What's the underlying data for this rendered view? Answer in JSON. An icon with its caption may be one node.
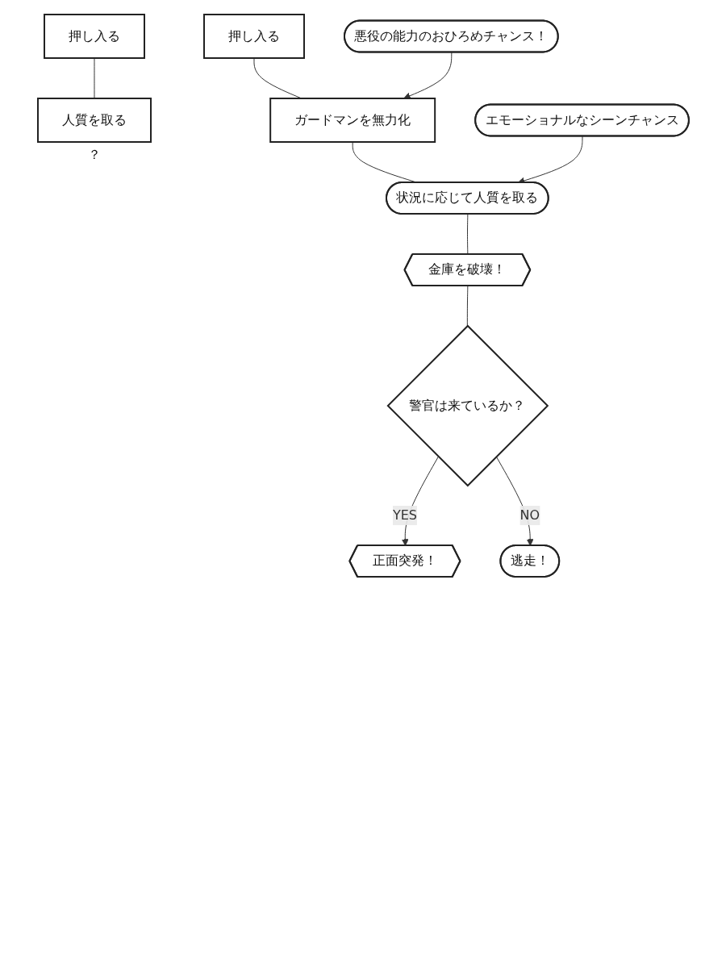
{
  "diagram": {
    "nodes": [
      {
        "text": [
          "押し入る"
        ]
      },
      {
        "text": [
          "人質を取る"
        ],
        "beside": [
          "？"
        ]
      },
      {
        "text": [
          "押し入る"
        ]
      },
      {
        "text": [
          "ガードマンを無力化"
        ]
      },
      {
        "text": [
          "状況に応じて人質を取る"
        ]
      },
      {
        "text": [
          "金庫を破壊！"
        ]
      },
      {
        "text": [
          "警官は来ているか？"
        ]
      },
      {
        "text": [
          "正面突発！"
        ]
      },
      {
        "text": [
          "逃走！"
        ]
      },
      {
        "text": [
          "悪役の能力のおひろめチャンス！"
        ]
      },
      {
        "text": [
          "エモーショナルなシーンチャンス"
        ]
      }
    ],
    "edges": [
      {
        "from": 0,
        "to": 1,
        "arrow": "none"
      },
      {
        "from": 2,
        "to": 3,
        "arrow": "none"
      },
      {
        "from": 3,
        "to": 4,
        "arrow": "none"
      },
      {
        "from": 4,
        "to": 5,
        "arrow": "none"
      },
      {
        "from": 5,
        "to": 6,
        "arrow": "none"
      },
      {
        "from": 6,
        "to": 7,
        "label": "YES",
        "arrow": "to"
      },
      {
        "from": 6,
        "to": 8,
        "label": "NO",
        "arrow": "to"
      },
      {
        "from": 9,
        "to": 3,
        "arrow": "to"
      },
      {
        "from": 10,
        "to": 4,
        "arrow": "to"
      }
    ]
  }
}
